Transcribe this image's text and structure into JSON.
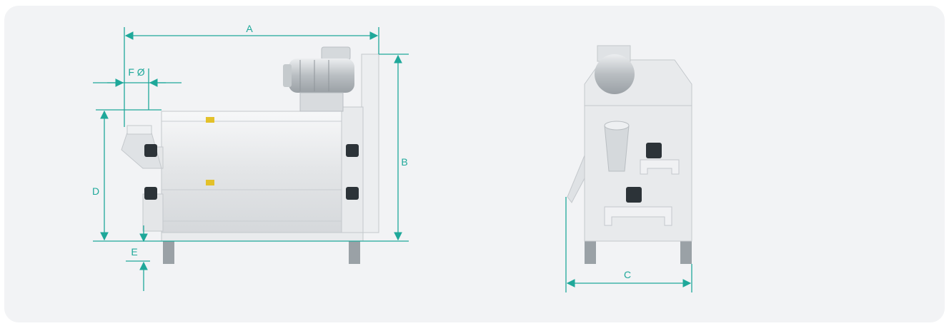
{
  "labels": {
    "a": "A",
    "b": "B",
    "c": "C",
    "d": "D",
    "e": "E",
    "f": "F Ø"
  },
  "colors": {
    "accent": "#1fa89a",
    "panel": "#f2f3f5",
    "machine": "#e6e8ea",
    "machine_dark": "#2c3338"
  }
}
